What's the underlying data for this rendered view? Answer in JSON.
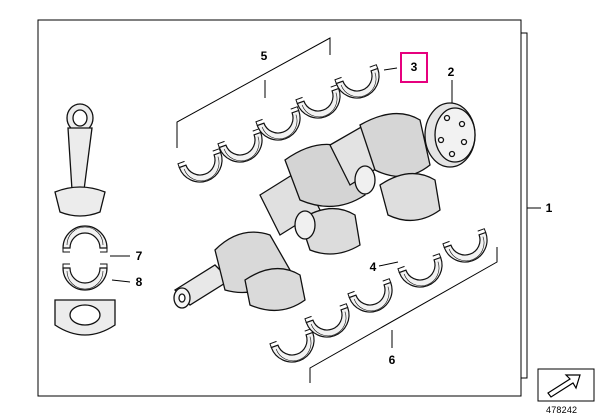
{
  "diagram": {
    "callouts": {
      "c1": "1",
      "c2": "2",
      "c3": "3",
      "c4": "4",
      "c5": "5",
      "c6": "6",
      "c7": "7",
      "c8": "8"
    },
    "reference_number": "478242",
    "highlight_color": "#e6007e",
    "nav_icon": "next-page-arrow-icon"
  }
}
